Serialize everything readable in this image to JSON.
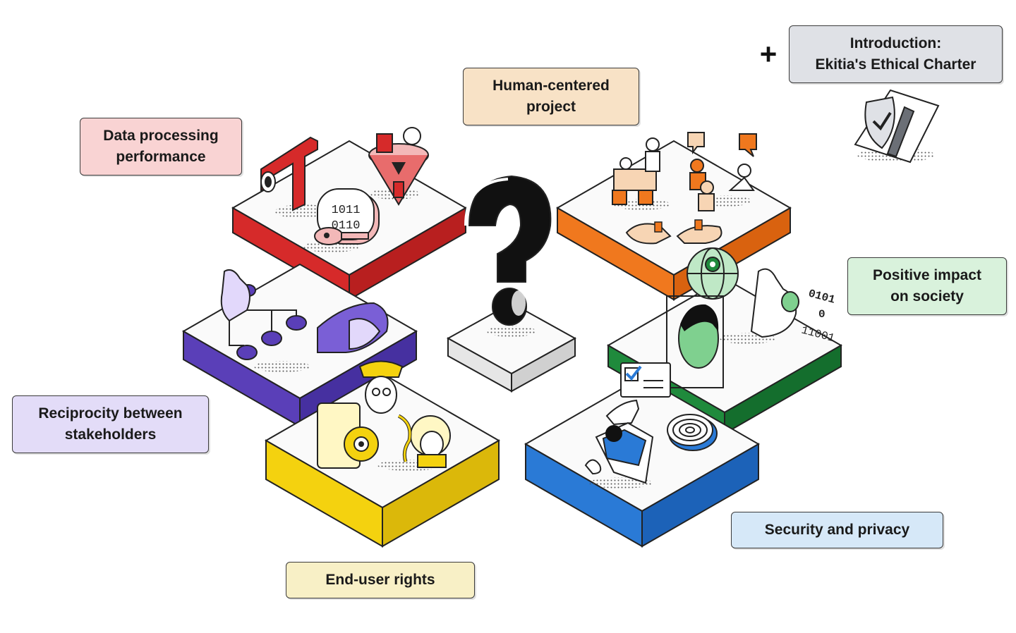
{
  "labels": {
    "intro": [
      "Introduction:",
      "Ekitia's Ethical Charter"
    ],
    "human": [
      "Human-centered",
      "project"
    ],
    "data": [
      "Data processing",
      "performance"
    ],
    "impact": [
      "Positive impact",
      "on society"
    ],
    "reciprocity": [
      "Reciprocity between",
      "stakeholders"
    ],
    "security": [
      "Security and privacy"
    ],
    "enduser": [
      "End-user rights"
    ]
  },
  "plus_symbol": "+",
  "colors": {
    "data_block": "#d62a2a",
    "human_block": "#f0781e",
    "reciprocity_block": "#5a3fb8",
    "impact_block": "#1f8a3c",
    "enduser_block": "#f4d20f",
    "security_block": "#2a7ad6",
    "label_data": "#f9d3d3",
    "label_human": "#f8e2c6",
    "label_intro": "#dfe1e6",
    "label_impact": "#d9f2dc",
    "label_reciprocity": "#e3dcf8",
    "label_security": "#d6e8f8",
    "label_enduser": "#f8f0c6"
  },
  "binary_texts": {
    "data_pill": [
      "1011",
      "0110"
    ],
    "impact_stream": [
      "0101",
      "0",
      "11001"
    ]
  }
}
